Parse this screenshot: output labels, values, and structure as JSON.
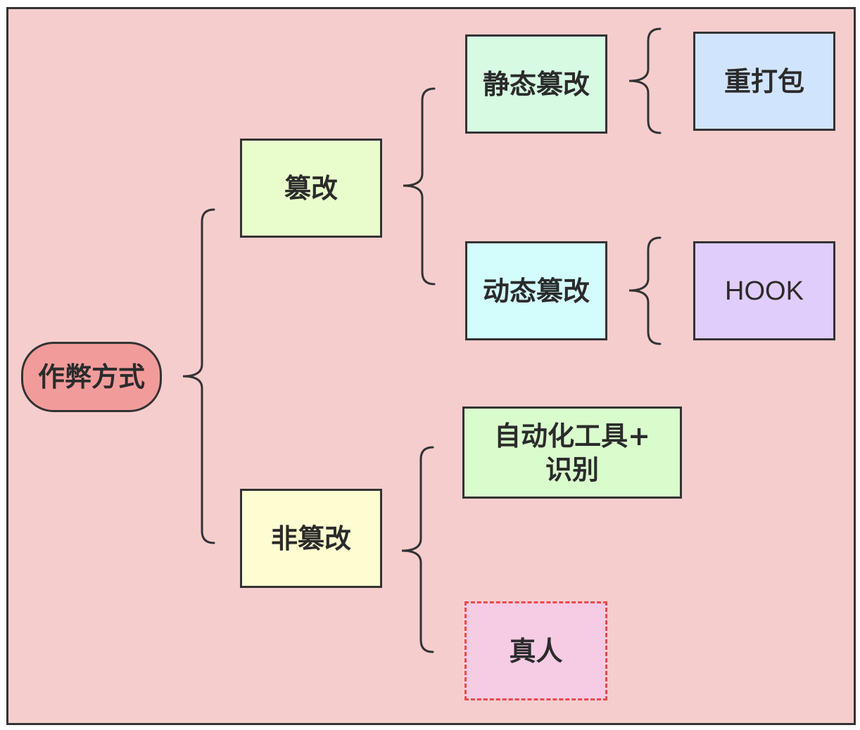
{
  "diagram": {
    "root": {
      "label": "作弊方式"
    },
    "tamper": {
      "label": "篡改",
      "static": {
        "label": "静态篡改",
        "child": "重打包"
      },
      "dynamic": {
        "label": "动态篡改",
        "child": "HOOK"
      }
    },
    "non_tamper": {
      "label": "非篡改",
      "auto_tool": {
        "line1": "自动化工具+",
        "line2": "识别"
      },
      "human": {
        "label": "真人"
      }
    }
  },
  "colors": {
    "background": "#f6cdcd",
    "outline": "#333333",
    "root_fill": "#f29b9b",
    "tamper_fill": "#e8fccc",
    "non_tamper_fill": "#fdfdd1",
    "static_fill": "#d6fae2",
    "dynamic_fill": "#d3fcfc",
    "repack_fill": "#d1e4fd",
    "hook_fill": "#e0cdfb",
    "auto_tool_fill": "#d9fccd",
    "human_fill": "#f6cbe4",
    "human_border": "#ea4a4a"
  }
}
